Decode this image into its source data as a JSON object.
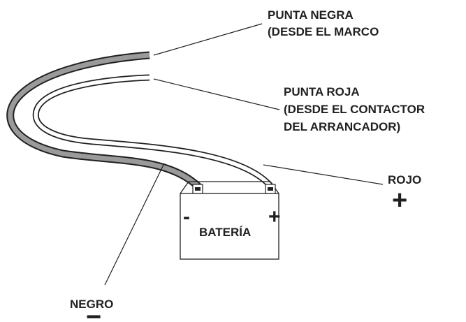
{
  "diagram": {
    "labels": {
      "black_lead_line1": "PUNTA NEGRA",
      "black_lead_line2": "(DESDE EL MARCO",
      "red_lead_line1": "PUNTA ROJA",
      "red_lead_line2": "(DESDE EL CONTACTOR",
      "red_lead_line3": "DEL ARRANCADOR)",
      "red": "ROJO",
      "red_sign": "+",
      "black": "NEGRO",
      "black_sign": "−",
      "battery": "BATERÍA",
      "battery_negative": "-",
      "battery_positive": "+"
    },
    "colors": {
      "ink": "#231f20",
      "black_cable_fill": "#9a9a9a",
      "red_cable_fill": "#ffffff",
      "background": "#ffffff"
    }
  }
}
